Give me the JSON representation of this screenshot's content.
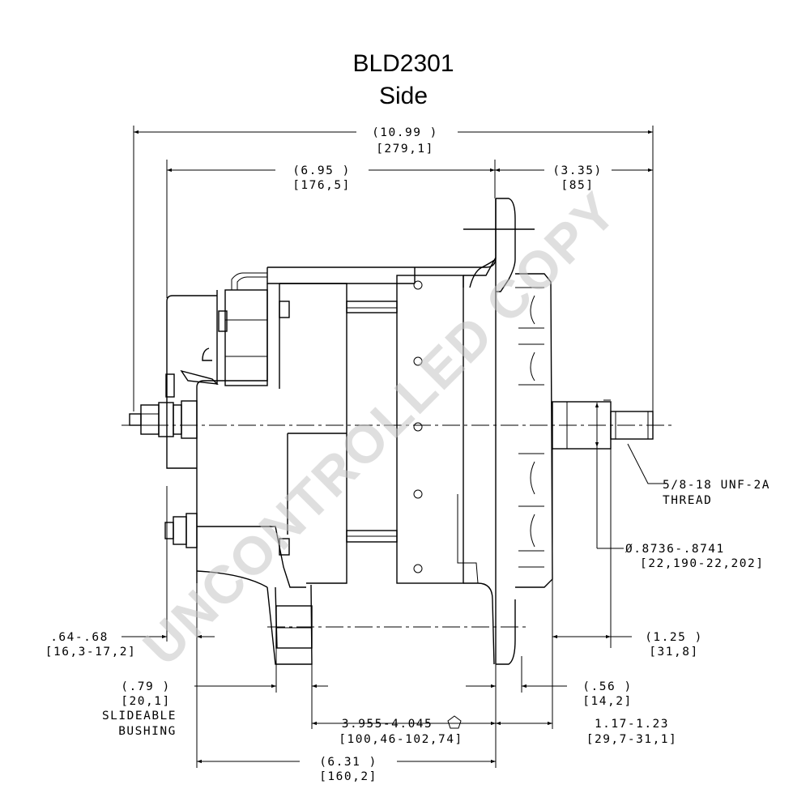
{
  "title": {
    "model": "BLD2301",
    "view": "Side"
  },
  "watermark": "UNCONTROLLED COPY",
  "dimensions": {
    "overall_length": {
      "in": "(10.99   )",
      "mm": "[279,1]"
    },
    "rear_section": {
      "in": "(6.95    )",
      "mm": "[176,5]"
    },
    "front_section": {
      "in": "(3.35)",
      "mm": "[85]"
    },
    "thread": {
      "line1": "5/8-18 UNF-2A",
      "line2": "THREAD"
    },
    "shaft_diameter": {
      "in": "Ø.8736-.8741",
      "mm": "[22,190-22,202]"
    },
    "stud_offset": {
      "in": ".64-.68",
      "mm": "[16,3-17,2]"
    },
    "shaft_extension": {
      "in": "(1.25   )",
      "mm": "[31,8]"
    },
    "bushing": {
      "in": "(.79    )",
      "mm": "[20,1]",
      "note1": "SLIDEABLE",
      "note2": "BUSHING"
    },
    "pulley_offset": {
      "in": "(.56    )",
      "mm": "[14,2]"
    },
    "mount_span": {
      "in": "3.955-4.045",
      "mm": "[100,46-102,74]"
    },
    "hub_length": {
      "in": "1.17-1.23",
      "mm": "[29,7-31,1]"
    },
    "body_length": {
      "in": "(6.31    )",
      "mm": "[160,2]"
    }
  },
  "colors": {
    "line": "#000000",
    "watermark": "#c4c4c4",
    "background": "#ffffff"
  }
}
